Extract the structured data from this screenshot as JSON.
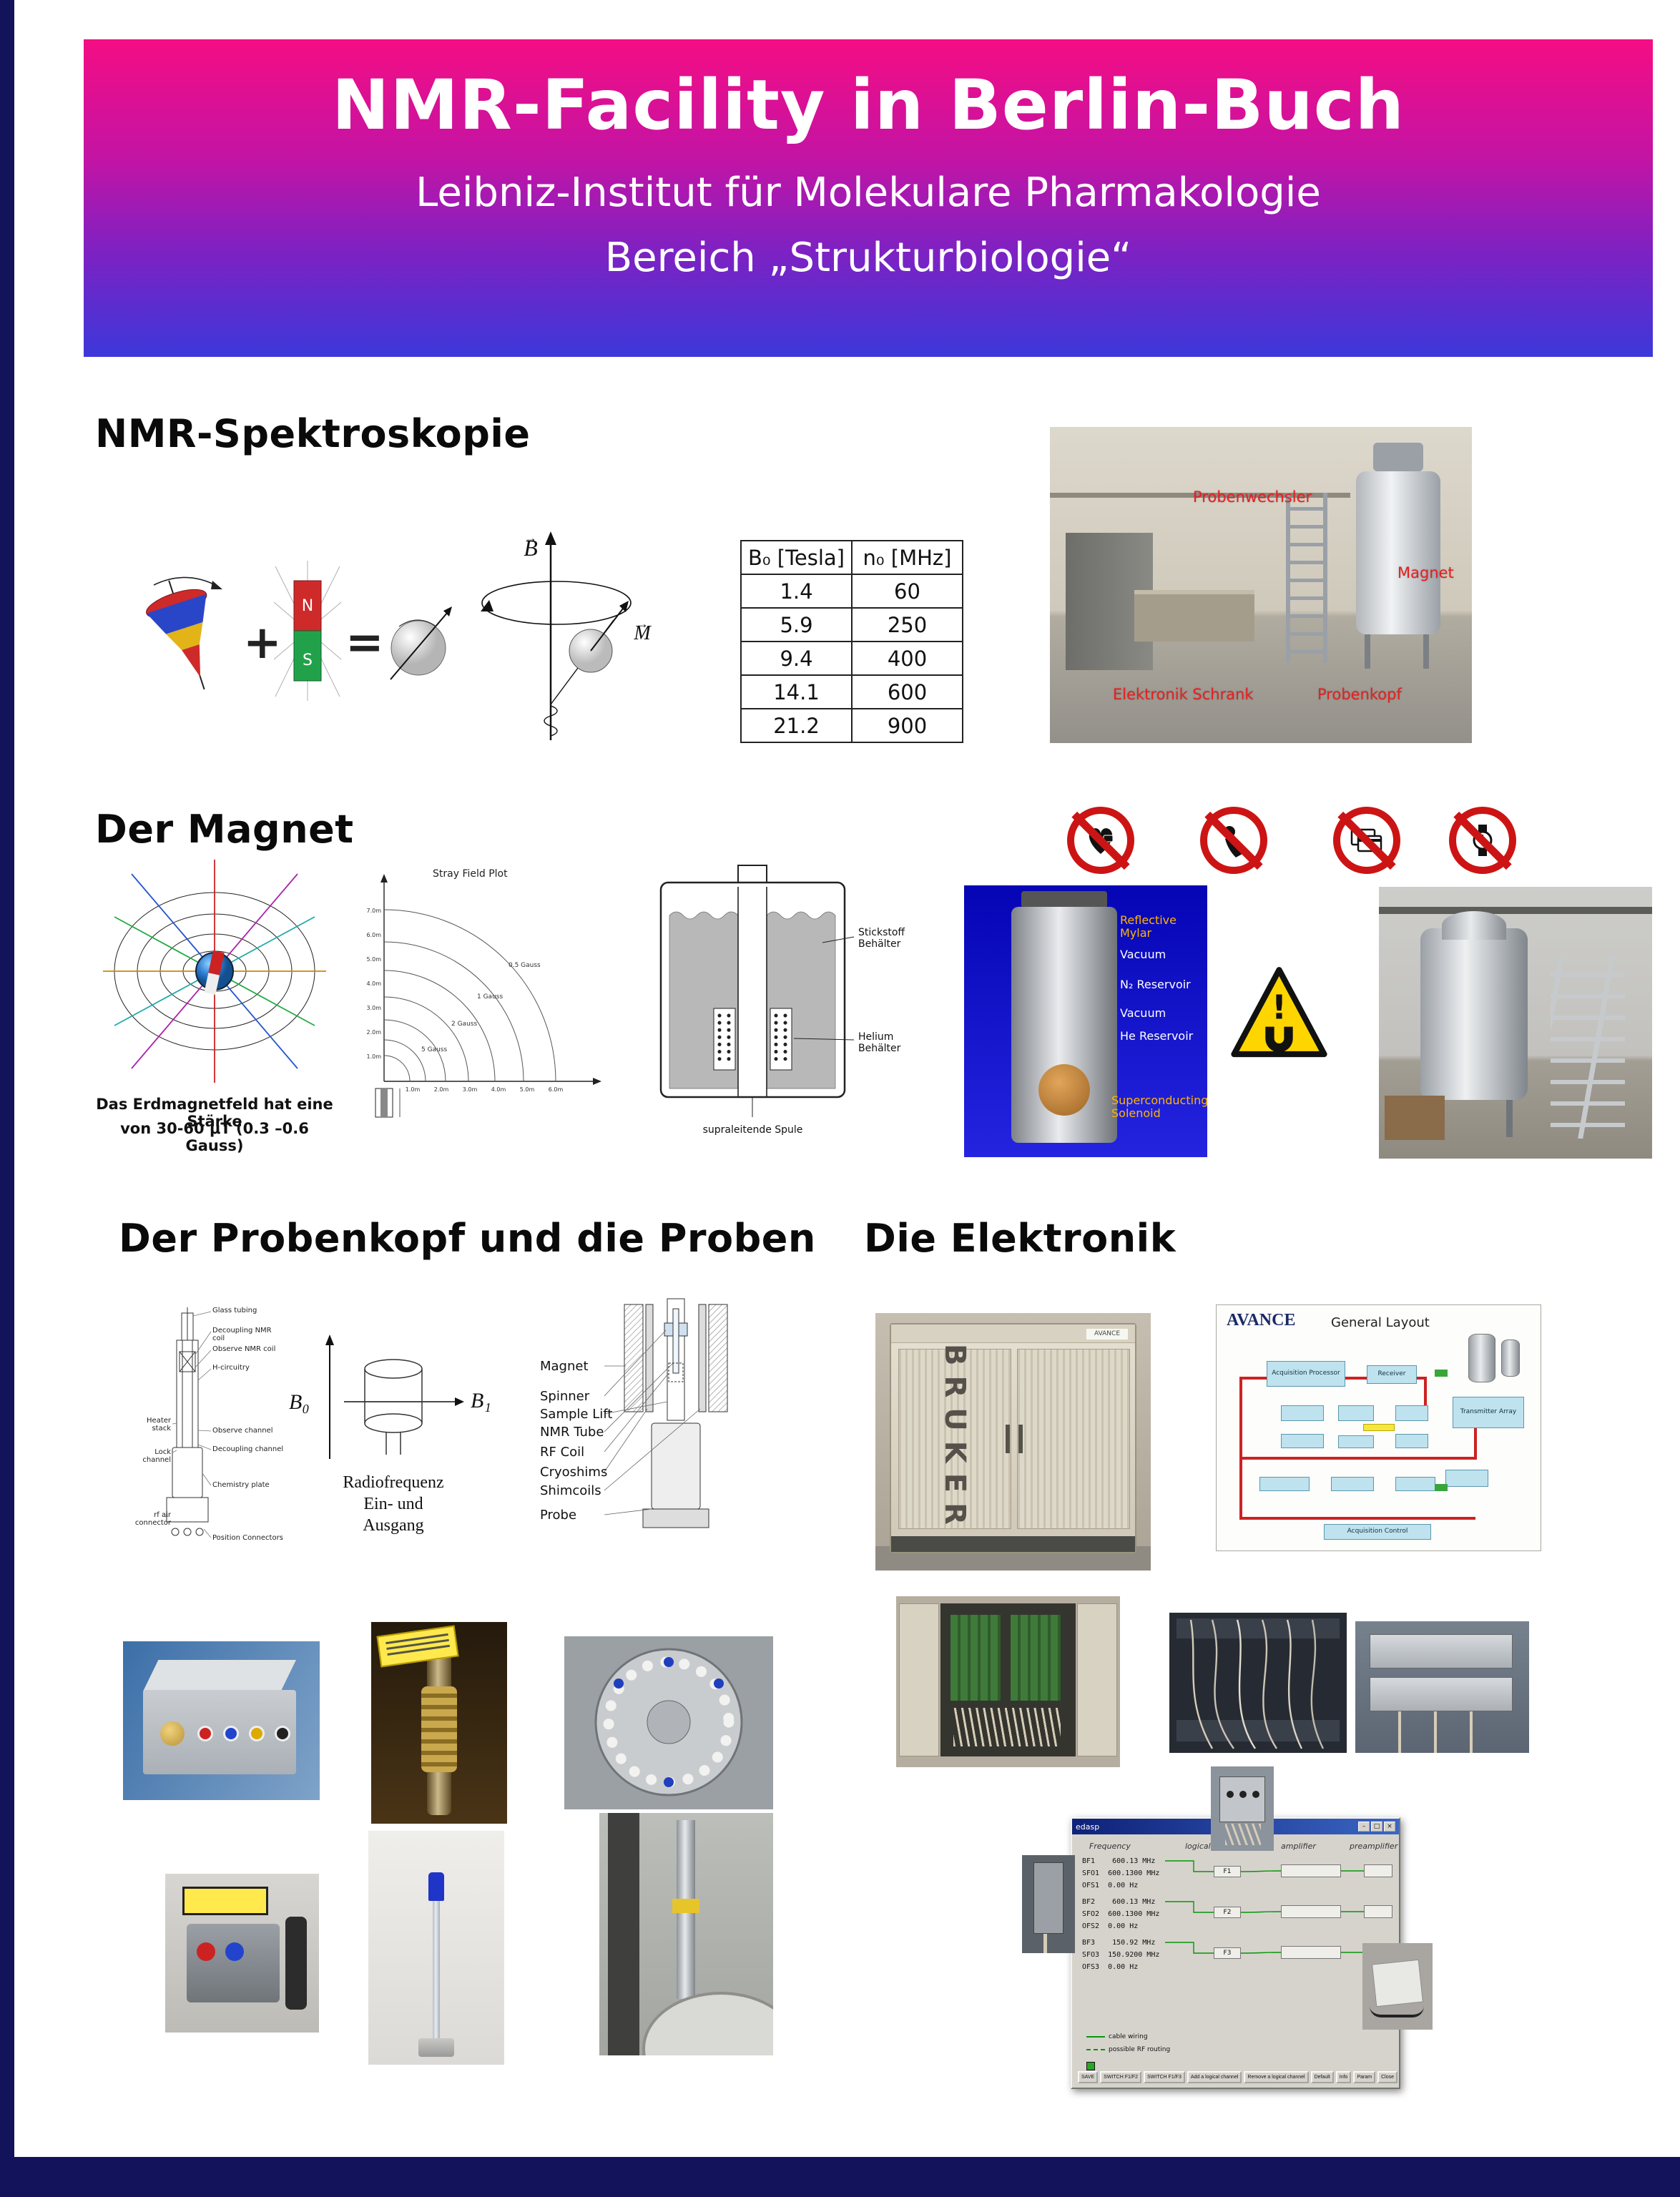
{
  "header": {
    "title": "NMR-Facility in Berlin-Buch",
    "subtitle1": "Leibniz-Institut für Molekulare Pharmakologie",
    "subtitle2": "Bereich „Strukturbiologie“"
  },
  "sym": {
    "vec": "→"
  },
  "spek": {
    "heading": "NMR-Spektroskopie",
    "plus": "+",
    "equals": "=",
    "magnet_n": "N",
    "magnet_s": "S",
    "b_vec": "B",
    "m_vec": "M",
    "table": {
      "col_b": "B₀ [Tesla]",
      "col_n": "n₀ [MHz]",
      "rows": [
        [
          "1.4",
          "60"
        ],
        [
          "5.9",
          "250"
        ],
        [
          "9.4",
          "400"
        ],
        [
          "14.1",
          "600"
        ],
        [
          "21.2",
          "900"
        ]
      ]
    },
    "lab": {
      "wechsler": "Probenwechsler",
      "magnet": "Magnet",
      "schrank": "Elektronik Schrank",
      "kopf": "Probenkopf"
    }
  },
  "magnet": {
    "heading": "Der Magnet",
    "erd1": "Das Erdmagnetfeld hat eine Stärke",
    "erd2": "von 30-60 μT (0.3 –0.6 Gauss)",
    "stray": {
      "title": "Stray Field Plot",
      "g05": "0.5 Gauss",
      "g1": "1 Gauss",
      "g2": "2 Gauss",
      "g5": "5 Gauss",
      "y_ticks": [
        "7.0m",
        "6.0m",
        "5.0m",
        "4.0m",
        "3.0m",
        "2.0m",
        "1.0m"
      ],
      "x_ticks": [
        "1.0m",
        "2.0m",
        "3.0m",
        "4.0m",
        "5.0m",
        "6.0m"
      ]
    },
    "dewar": {
      "n2": "Stickstoff Behälter",
      "he": "Helium Behälter",
      "coil": "supraleitende Spule"
    },
    "cutaway": [
      "Reflective Mylar",
      "Vacuum",
      "N₂ Reservoir",
      "Vacuum",
      "He Reservoir",
      "Superconducting Solenoid"
    ]
  },
  "probe": {
    "heading": "Der Probenkopf und die Proben",
    "b0": "B₀",
    "b1": "B₁",
    "rf1": "Radiofrequenz",
    "rf2": "Ein- und",
    "rf3": "Ausgang",
    "cross": [
      "Magnet",
      "Spinner",
      "Sample Lift",
      "NMR Tube",
      "RF Coil",
      "Cryoshims",
      "Shimcoils",
      "Probe"
    ],
    "schemR": [
      "Glass tubing",
      "Decoupling NMR coil",
      "Observe NMR coil",
      "H-circuitry",
      "Observe channel",
      "Decoupling channel",
      "Chemistry plate",
      "Position Connectors"
    ],
    "schemL": [
      "Heater stack",
      "Lock channel",
      "rf air connector"
    ]
  },
  "elek": {
    "heading": "Die Elektronik",
    "bruker": "BRUKER",
    "badge": "AVANCE",
    "layout": {
      "t1": "AVANCE",
      "t2": "General Layout",
      "acq": "Acquisition Processor",
      "rec": "Receiver",
      "tx": "Transmitter Array",
      "ctl": "Acquisition Control"
    }
  },
  "edasp": {
    "title": "edasp",
    "cols": [
      "Frequency",
      "logical channel",
      "amplifier",
      "preamplifier"
    ],
    "rows": [
      "BF1    600.13 MHz",
      "SFO1  600.1300 MHz",
      "OFS1  0.00 Hz",
      "BF2    600.13 MHz",
      "SFO2  600.1300 MHz",
      "OFS2  0.00 Hz",
      "BF3    150.92 MHz",
      "SFO3  150.9200 MHz",
      "OFS3  0.00 Hz"
    ],
    "channels": [
      "F1",
      "F2",
      "F3"
    ],
    "legend1": "cable wiring",
    "legend2": "possible RF routing",
    "buttons": [
      "SAVE",
      "SWITCH F1/F2",
      "SWITCH F1/F3",
      "Add a logical channel",
      "Remove a logical channel",
      "Default",
      "Info",
      "Param",
      "Close"
    ],
    "controls": [
      "–",
      "□",
      "×"
    ]
  }
}
